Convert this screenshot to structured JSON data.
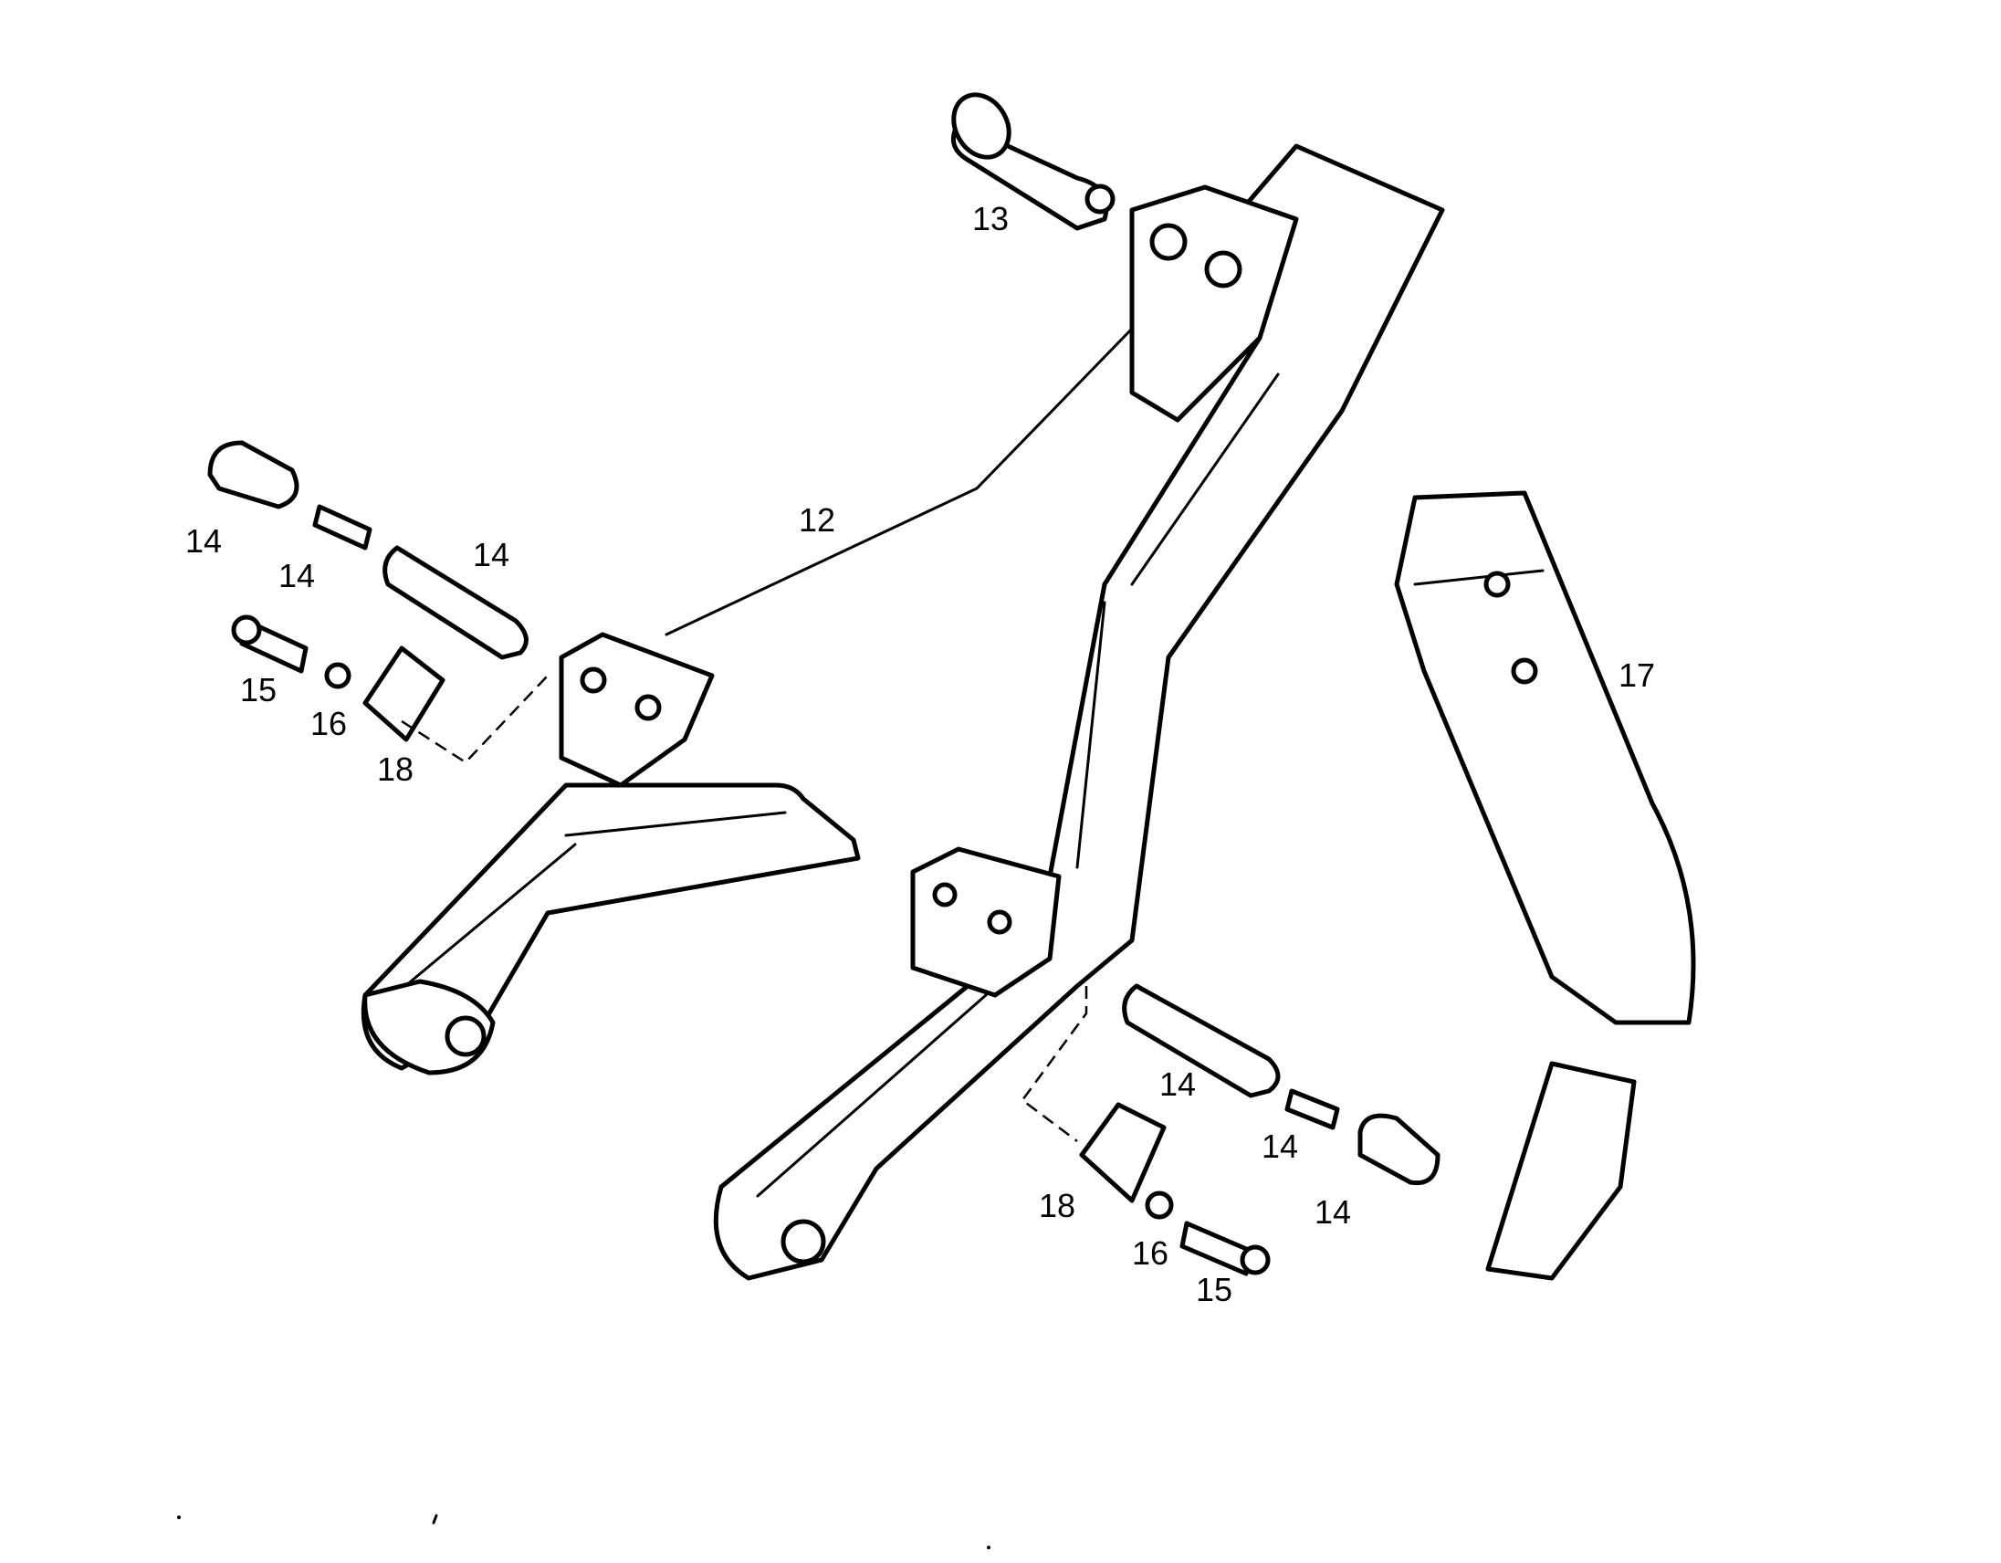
{
  "callouts": [
    {
      "id": "c13",
      "text": "13"
    },
    {
      "id": "c12",
      "text": "12"
    },
    {
      "id": "c14a",
      "text": "14"
    },
    {
      "id": "c14b",
      "text": "14"
    },
    {
      "id": "c14c",
      "text": "14"
    },
    {
      "id": "c15a",
      "text": "15"
    },
    {
      "id": "c16a",
      "text": "16"
    },
    {
      "id": "c18a",
      "text": "18"
    },
    {
      "id": "c17",
      "text": "17"
    },
    {
      "id": "c14d",
      "text": "14"
    },
    {
      "id": "c14e",
      "text": "14"
    },
    {
      "id": "c14f",
      "text": "14"
    },
    {
      "id": "c18b",
      "text": "18"
    },
    {
      "id": "c16b",
      "text": "16"
    },
    {
      "id": "c15b",
      "text": "15"
    }
  ]
}
